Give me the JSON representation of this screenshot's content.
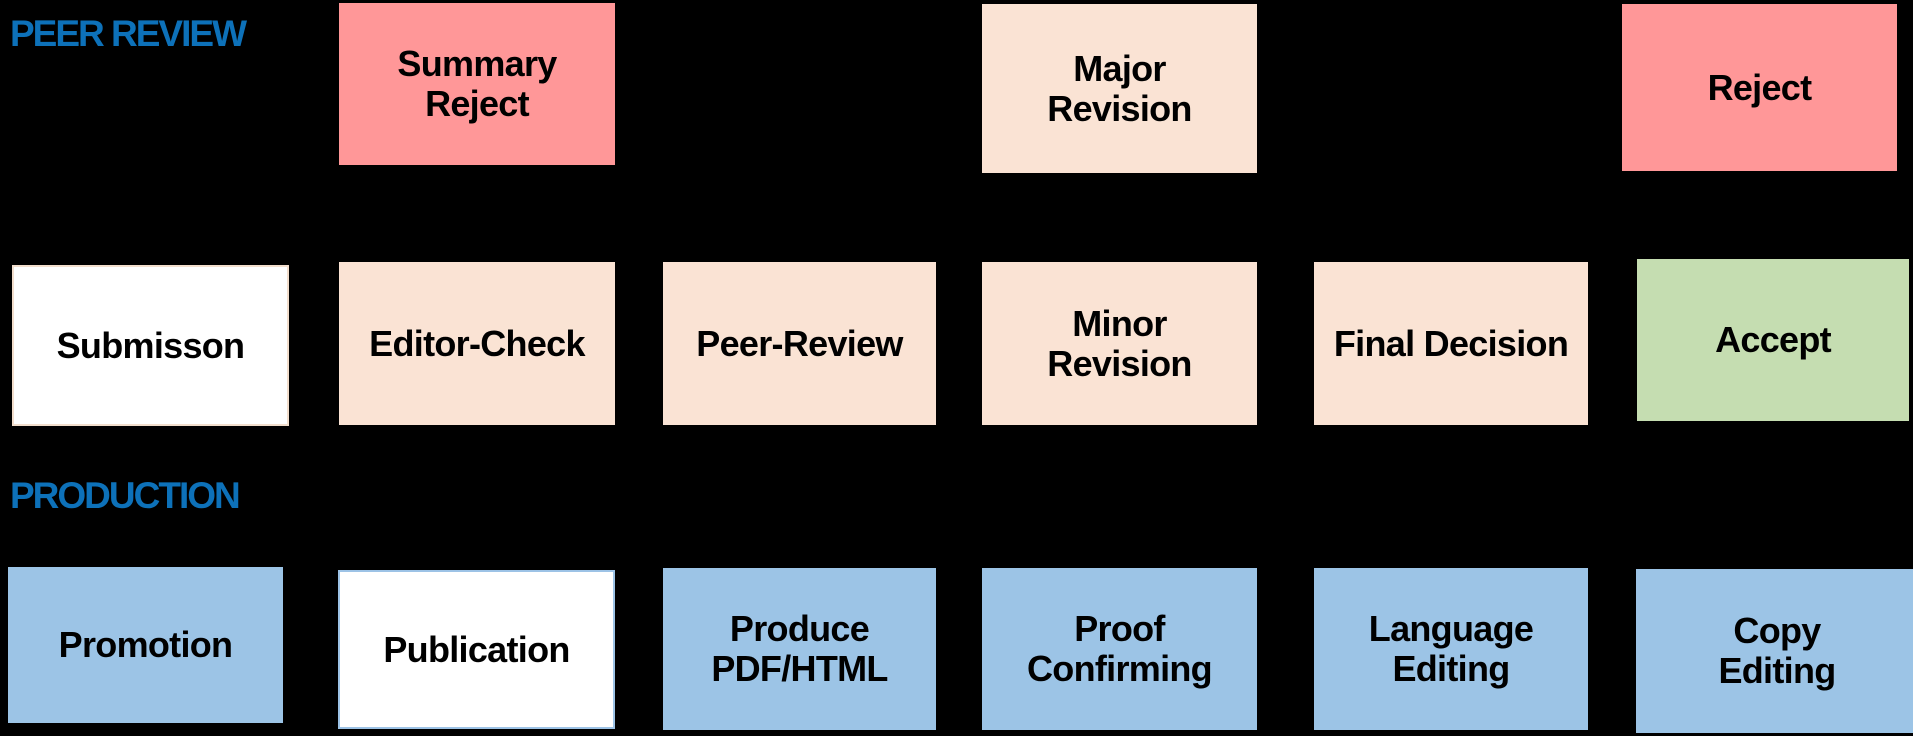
{
  "sections": {
    "peer_review": {
      "label": "PEER REVIEW"
    },
    "production": {
      "label": "PRODUCTION"
    }
  },
  "colors": {
    "background": "#000000",
    "section_label": "#0D71B9",
    "reject_fill": "#FF9798",
    "revision_fill": "#FAE3D4",
    "accept_fill": "#C5DDB1",
    "production_fill": "#9CC4E6",
    "submission_border": "#F2DECD",
    "publication_border": "#9DC3E6",
    "box_text": "#000000"
  },
  "boxes": [
    {
      "id": "summary-reject",
      "label": "Summary\nReject"
    },
    {
      "id": "major-revision",
      "label": "Major\nRevision"
    },
    {
      "id": "reject",
      "label": "Reject"
    },
    {
      "id": "submisson",
      "label": "Submisson"
    },
    {
      "id": "editor-check",
      "label": "Editor-Check"
    },
    {
      "id": "peer-review",
      "label": "Peer-Review"
    },
    {
      "id": "minor-revision",
      "label": "Minor\nRevision"
    },
    {
      "id": "final-decision",
      "label": "Final Decision"
    },
    {
      "id": "accept",
      "label": "Accept"
    },
    {
      "id": "promotion",
      "label": "Promotion"
    },
    {
      "id": "publication",
      "label": "Publication"
    },
    {
      "id": "produce-pdf-html",
      "label": "Produce\nPDF/HTML"
    },
    {
      "id": "proof-confirming",
      "label": "Proof\nConfirming"
    },
    {
      "id": "language-editing",
      "label": "Language\nEditing"
    },
    {
      "id": "copy-editing",
      "label": "Copy\nEditing"
    }
  ]
}
